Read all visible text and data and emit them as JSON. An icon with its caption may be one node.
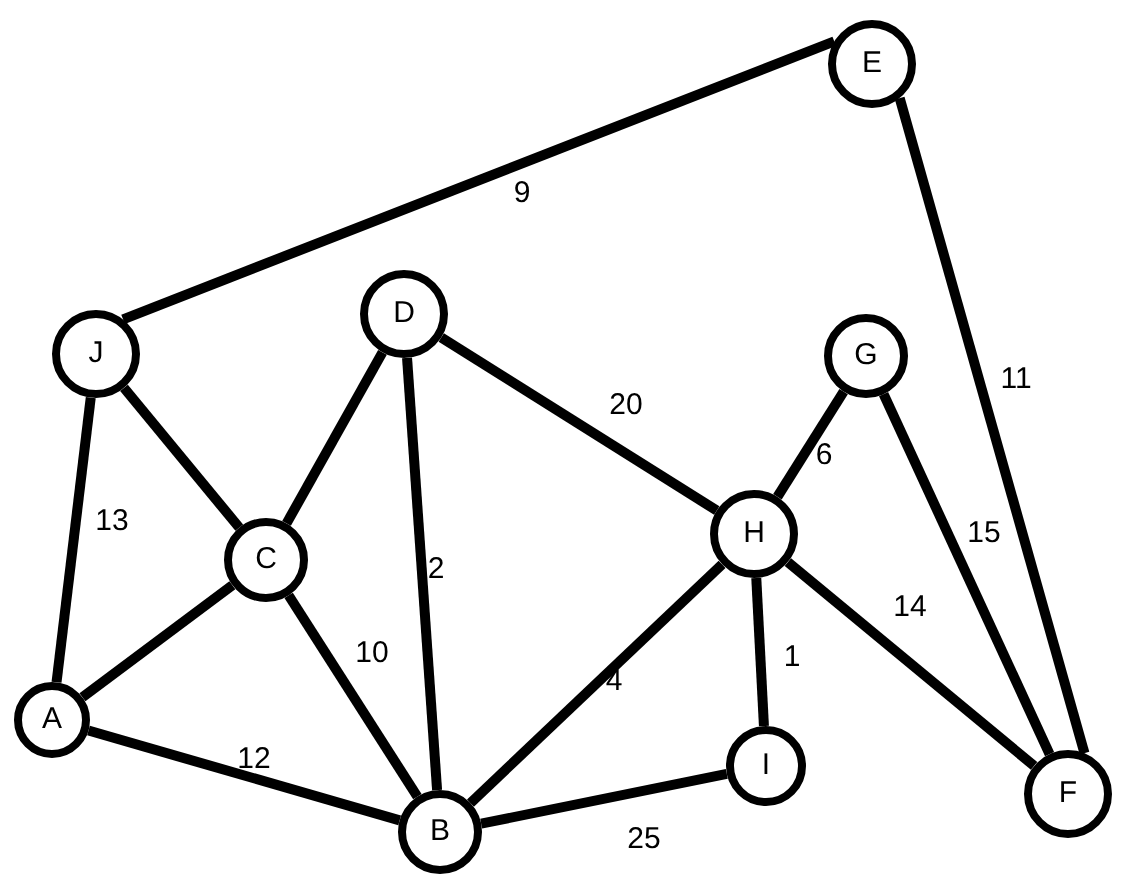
{
  "diagram": {
    "nodes": [
      {
        "text": [
          "E"
        ]
      },
      {
        "text": [
          "J"
        ]
      },
      {
        "text": [
          "D"
        ]
      },
      {
        "text": [
          "G"
        ]
      },
      {
        "text": [
          "C"
        ]
      },
      {
        "text": [
          "H"
        ]
      },
      {
        "text": [
          "A"
        ]
      },
      {
        "text": [
          "I"
        ]
      },
      {
        "text": [
          "F"
        ]
      },
      {
        "text": [
          "B"
        ]
      }
    ],
    "edges": [
      {
        "from": 1,
        "to": 0,
        "arrow": "none",
        "label": "9"
      },
      {
        "from": 0,
        "to": 8,
        "arrow": "none",
        "label": "11"
      },
      {
        "from": 1,
        "to": 4,
        "arrow": "none"
      },
      {
        "from": 1,
        "to": 6,
        "arrow": "none",
        "label": "13"
      },
      {
        "from": 2,
        "to": 4,
        "arrow": "none"
      },
      {
        "from": 2,
        "to": 9,
        "arrow": "none",
        "label": "2"
      },
      {
        "from": 2,
        "to": 5,
        "arrow": "none",
        "label": "20"
      },
      {
        "from": 3,
        "to": 5,
        "arrow": "none",
        "label": "6"
      },
      {
        "from": 3,
        "to": 8,
        "arrow": "none",
        "label": "15"
      },
      {
        "from": 4,
        "to": 6,
        "arrow": "none"
      },
      {
        "from": 4,
        "to": 9,
        "arrow": "none",
        "label": "10"
      },
      {
        "from": 5,
        "to": 9,
        "arrow": "none",
        "label": "4"
      },
      {
        "from": 5,
        "to": 7,
        "arrow": "none",
        "label": "1"
      },
      {
        "from": 5,
        "to": 8,
        "arrow": "none",
        "label": "14"
      },
      {
        "from": 6,
        "to": 9,
        "arrow": "none",
        "label": "12"
      },
      {
        "from": 7,
        "to": 9,
        "arrow": "none",
        "label": "25"
      }
    ]
  }
}
